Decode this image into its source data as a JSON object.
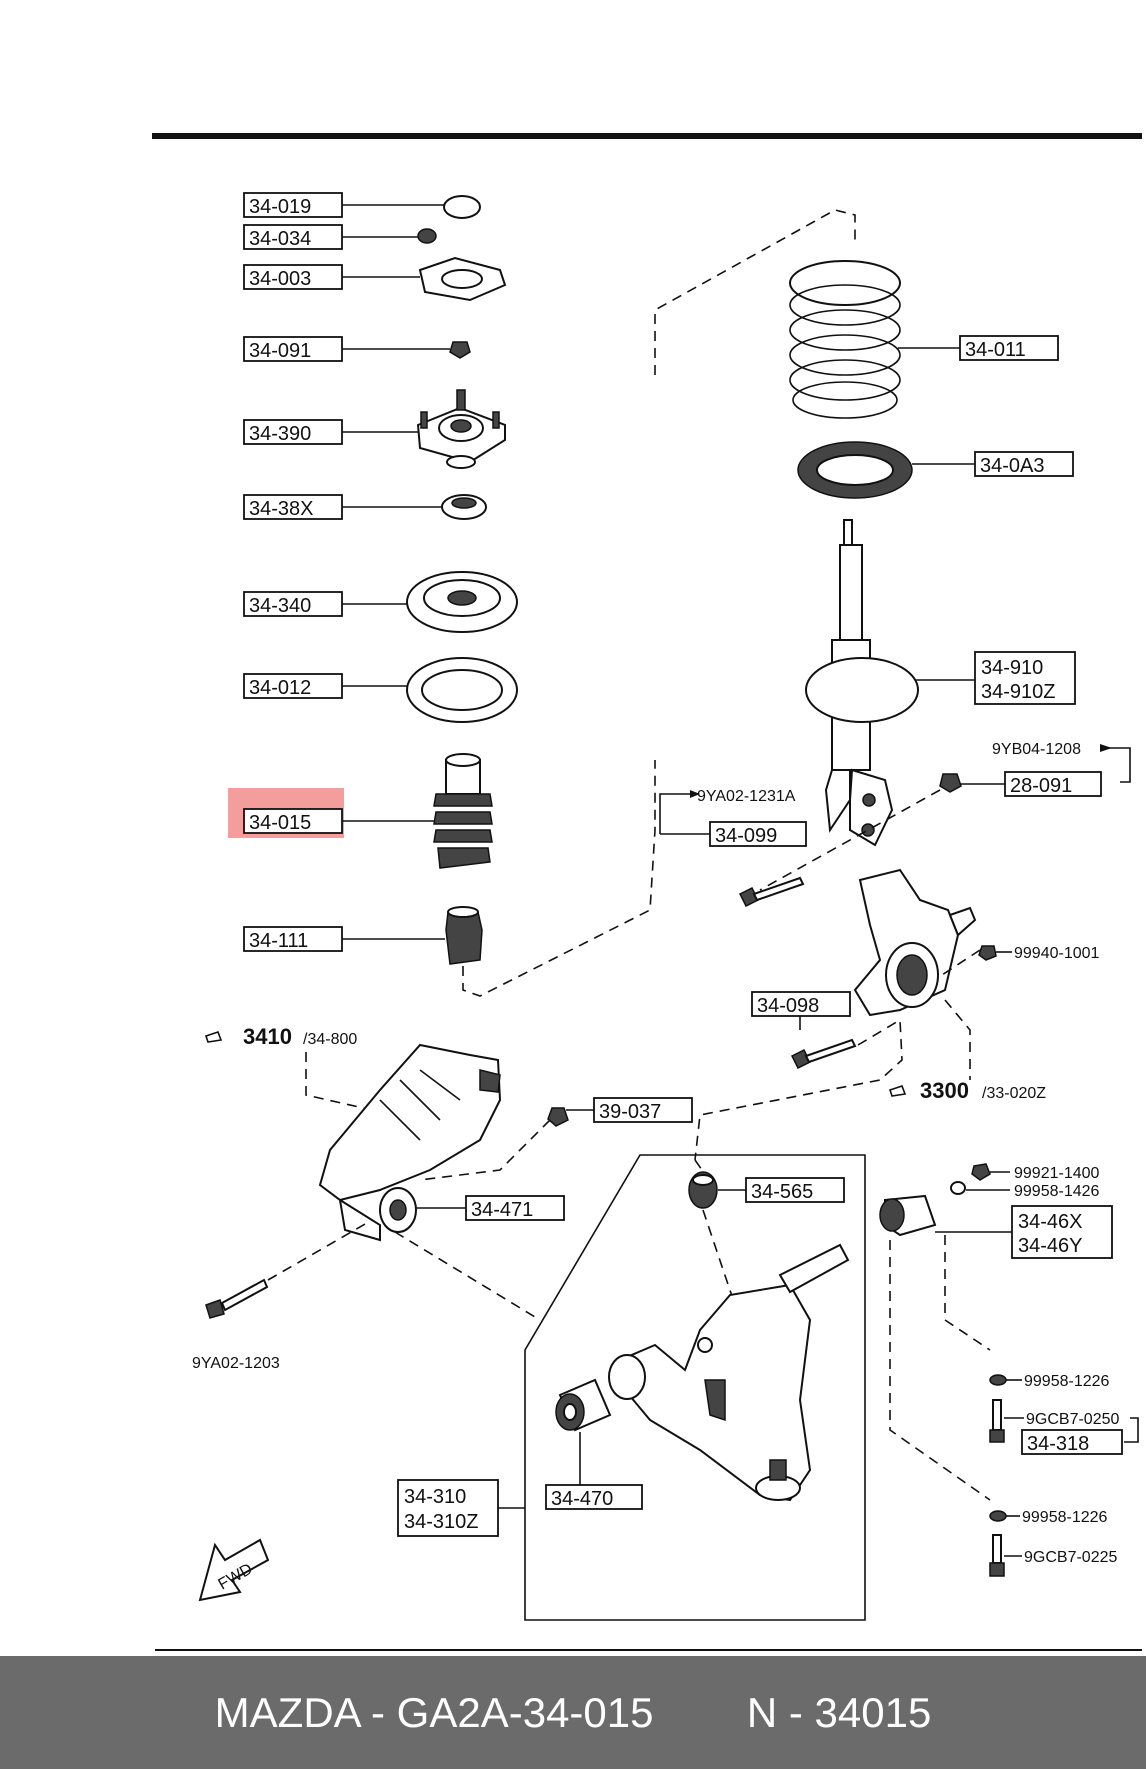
{
  "footer": {
    "brand_part": "MAZDA - GA2A-34-015",
    "ref_number": "N - 34015"
  },
  "highlight": {
    "color": "#f28c8c",
    "part": "34-015"
  },
  "labels": {
    "p34_019": "34-019",
    "p34_034": "34-034",
    "p34_003": "34-003",
    "p34_091": "34-091",
    "p34_390": "34-390",
    "p34_38x": "34-38X",
    "p34_340": "34-340",
    "p34_012": "34-012",
    "p34_015": "34-015",
    "p34_111": "34-111",
    "p34_011": "34-011",
    "p34_0a3": "34-0A3",
    "p34_910": "34-910",
    "p34_910z": "34-910Z",
    "p9yb04": "9YB04-1208",
    "p28_091": "28-091",
    "p9ya02_1231a": "9YA02-1231A",
    "p34_099": "34-099",
    "p99940": "99940-1001",
    "p34_098": "34-098",
    "p3410": "3410",
    "p34_800": "/34-800",
    "p3300": "3300",
    "p33_020z": "/33-020Z",
    "p39_037": "39-037",
    "p34_471": "34-471",
    "p34_565": "34-565",
    "p99921": "99921-1400",
    "p99958_1426": "99958-1426",
    "p34_46x": "34-46X",
    "p34_46y": "34-46Y",
    "p9ya02_1203": "9YA02-1203",
    "p99958_1226a": "99958-1226",
    "p9gcb7_0250": "9GCB7-0250",
    "p34_318": "34-318",
    "p99958_1226b": "99958-1226",
    "p9gcb7_0225": "9GCB7-0225",
    "p34_310": "34-310",
    "p34_310z": "34-310Z",
    "p34_470": "34-470",
    "fwd": "FWD"
  }
}
